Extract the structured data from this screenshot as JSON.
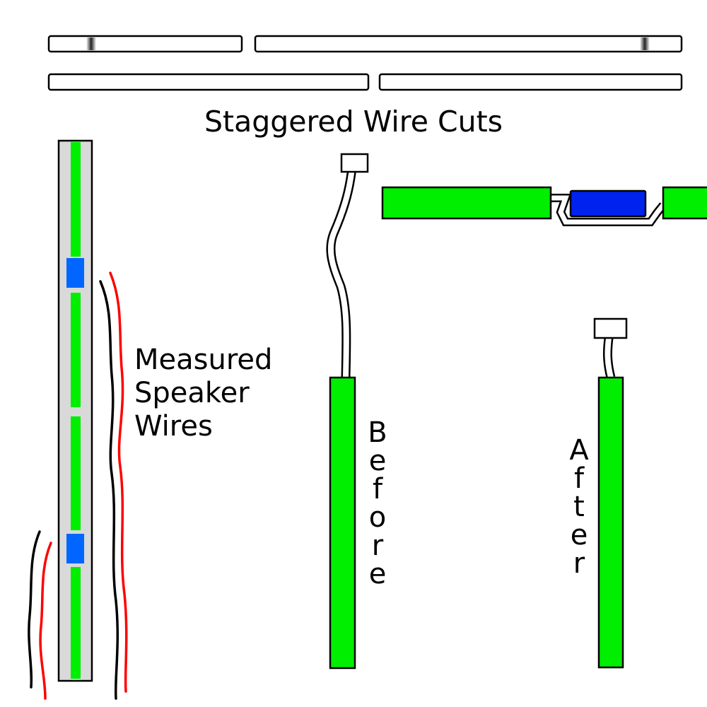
{
  "title": "Staggered Wire Cuts",
  "measured_lines": [
    "Measured",
    "Speaker",
    "Wires"
  ],
  "before_letters": [
    "B",
    "e",
    "f",
    "o",
    "r",
    "e"
  ],
  "after_letters": [
    "A",
    "f",
    "t",
    "e",
    "r"
  ],
  "colors": {
    "strip": "#00ee00",
    "connector_light": "#0066ff",
    "connector_dark": "#0022ee",
    "backing": "#d9d9d9",
    "wire_red": "#ff0000",
    "wire_black": "#000000"
  }
}
